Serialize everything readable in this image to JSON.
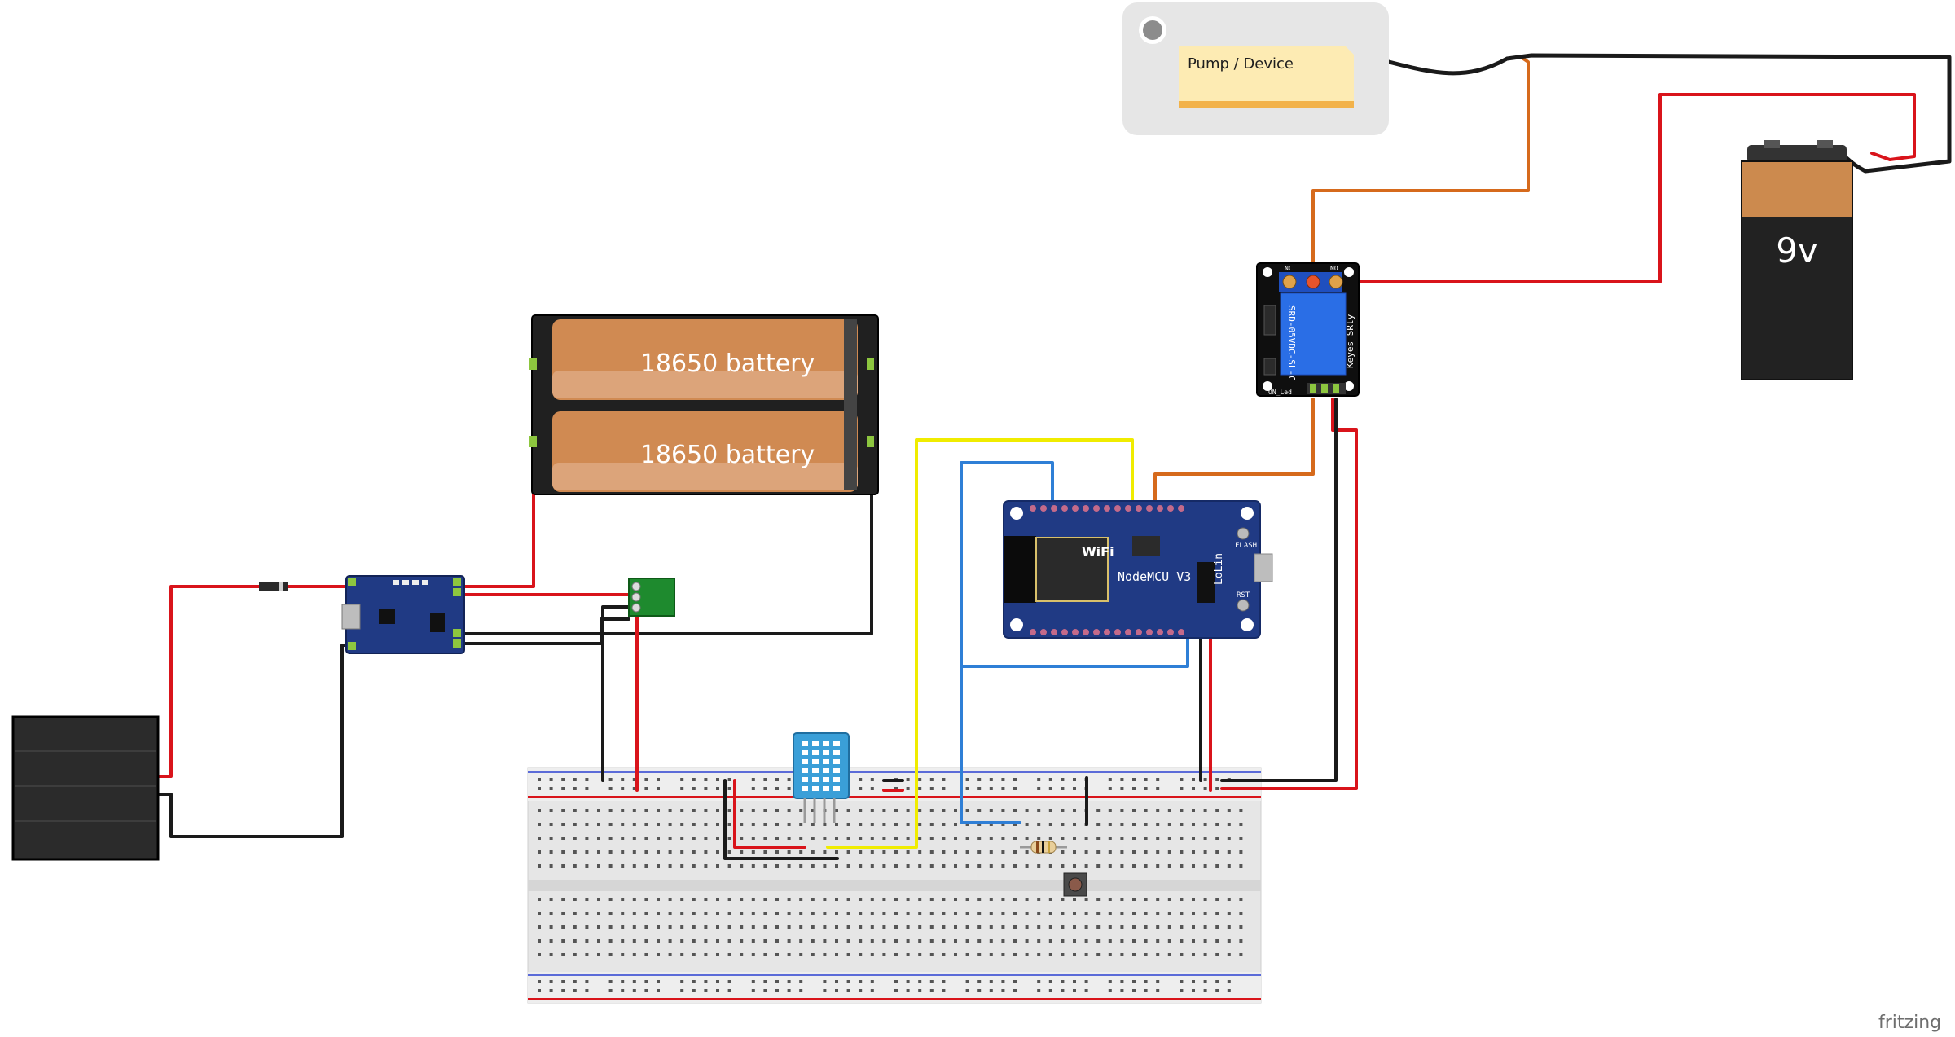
{
  "labels": {
    "battery_top": "18650 battery",
    "battery_bottom": "18650 battery",
    "pump_device": "Pump / Device",
    "nine_volt": "9v",
    "nodemcu_title": "NodeMCU V3",
    "lolin": "LoLin",
    "wifi": "WiFi",
    "flash": "FLASH",
    "rst": "RST",
    "relay_model": "SRD-05VDC-SL-C",
    "relay_brand": "Keyes_SRly",
    "relay_nc": "NC",
    "relay_no": "NO",
    "relay_led": "ON_Led",
    "watermark": "fritzing"
  },
  "colors": {
    "wire_red": "#d9141b",
    "wire_black": "#1a1a1a",
    "wire_orange": "#d66a1c",
    "wire_yellow": "#f5f500",
    "wire_blue": "#2f7fd6",
    "board_blue": "#203a84",
    "battery_fill": "#d08a52",
    "battery_9v_top": "#cc8a4e",
    "breadboard": "#e7e7e7"
  },
  "icons": {
    "pump": "pump-device-icon",
    "sensor": "dht-sensor-icon",
    "button": "push-button-icon",
    "solar": "solar-panel-icon"
  }
}
